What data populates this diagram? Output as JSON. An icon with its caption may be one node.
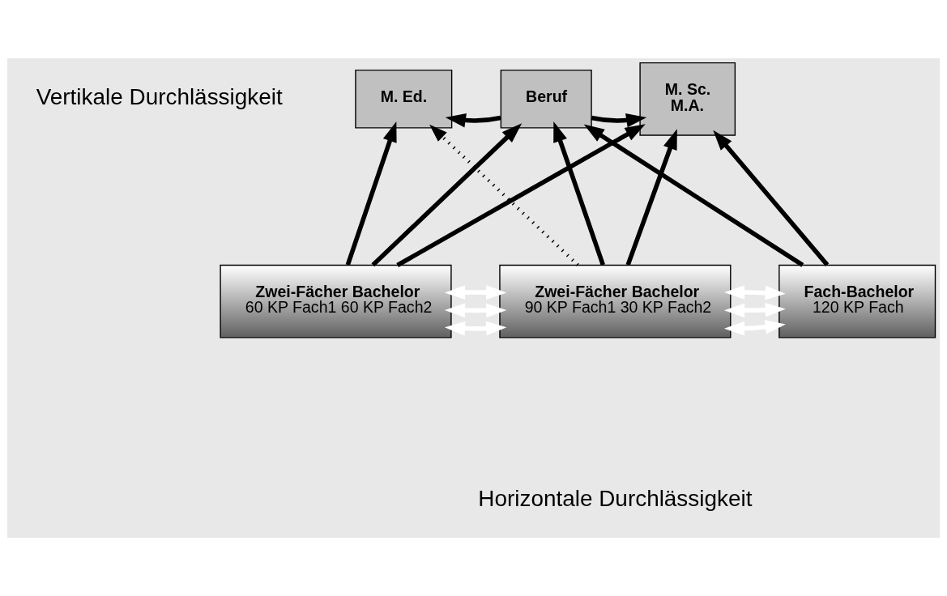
{
  "diagram": {
    "nodes": [
      {
        "text": [
          "M. Ed."
        ]
      },
      {
        "text": [
          "Beruf"
        ]
      },
      {
        "text": [
          "M. Sc.",
          "M.A."
        ]
      },
      {
        "text": [
          "Zwei-Fächer Bachelor",
          "60 KP Fach1 60 KP Fach2"
        ]
      },
      {
        "text": [
          "Zwei-Fächer Bachelor",
          "90 KP Fach1 30 KP Fach2"
        ]
      },
      {
        "text": [
          "Fach-Bachelor",
          "120 KP Fach"
        ]
      }
    ],
    "edges": [
      {
        "from": 1,
        "to": 0,
        "arrow": "to"
      },
      {
        "from": 1,
        "to": 2,
        "arrow": "to"
      },
      {
        "from": 3,
        "to": 0,
        "arrow": "to"
      },
      {
        "from": 3,
        "to": 1,
        "arrow": "to"
      },
      {
        "from": 3,
        "to": 2,
        "arrow": "to"
      },
      {
        "from": 4,
        "to": 0,
        "arrow": "to",
        "style": "dashed"
      },
      {
        "from": 4,
        "to": 1,
        "arrow": "to"
      },
      {
        "from": 4,
        "to": 2,
        "arrow": "to"
      },
      {
        "from": 5,
        "to": 1,
        "arrow": "to"
      },
      {
        "from": 5,
        "to": 2,
        "arrow": "to"
      },
      {
        "from": 3,
        "to": 4,
        "arrow": "both",
        "color": "#ffffff"
      },
      {
        "from": 3,
        "to": 4,
        "arrow": "both",
        "color": "#ffffff"
      },
      {
        "from": 3,
        "to": 4,
        "arrow": "both",
        "color": "#ffffff"
      },
      {
        "from": 4,
        "to": 5,
        "arrow": "both",
        "color": "#ffffff"
      },
      {
        "from": 4,
        "to": 5,
        "arrow": "both",
        "color": "#ffffff"
      },
      {
        "from": 4,
        "to": 5,
        "arrow": "both",
        "color": "#ffffff"
      }
    ],
    "labels": [
      "Vertikale Durchlässigkeit",
      "Horizontale Durchlässigkeit"
    ]
  }
}
